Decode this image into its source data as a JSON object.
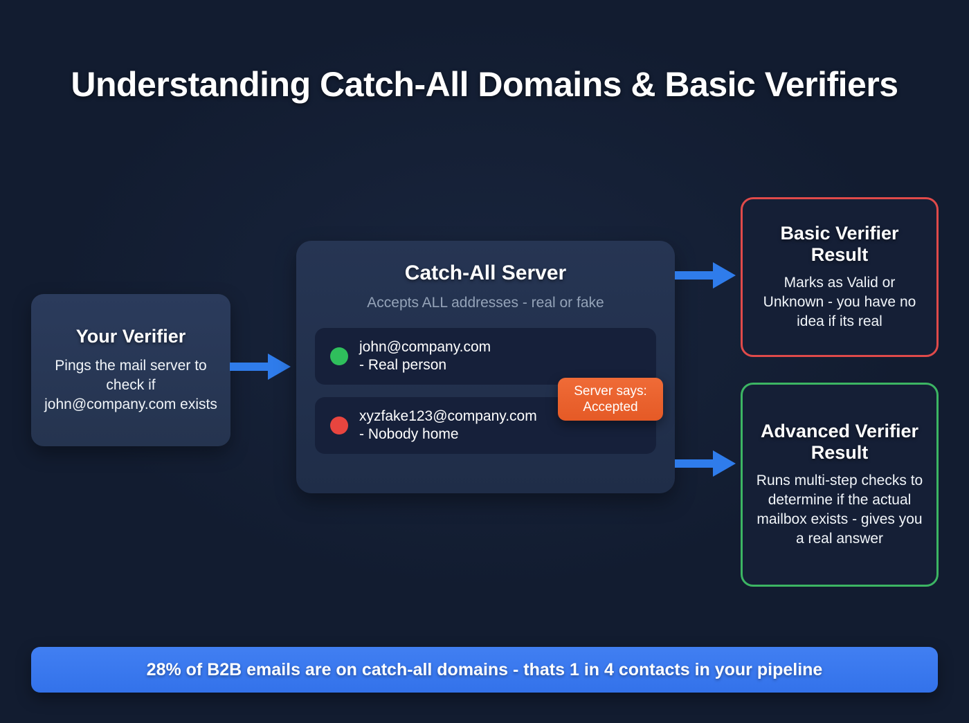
{
  "page": {
    "title": "Understanding Catch-All Domains & Basic Verifiers",
    "background_color": "#121c30"
  },
  "verifier_card": {
    "title": "Your Verifier",
    "description": "Pings the mail server to check if john@company.com exists"
  },
  "server_card": {
    "title": "Catch-All Server",
    "subtitle": "Accepts ALL addresses - real or fake",
    "emails": [
      {
        "address": "john@company.com",
        "note": "- Real person",
        "status": "valid",
        "dot_color": "#2fbf5c"
      },
      {
        "address": "xyzfake123@company.com",
        "note": "- Nobody home",
        "status": "fake",
        "dot_color": "#e8453f"
      }
    ],
    "badge": {
      "line1": "Server says:",
      "line2": "Accepted",
      "color": "#e8622f"
    }
  },
  "basic_result_card": {
    "title": "Basic Verifier Result",
    "description": "Marks as Valid or Unknown - you have no idea if its real",
    "border_color": "#e04a4a"
  },
  "advanced_result_card": {
    "title": "Advanced Verifier Result",
    "description": "Runs multi-step checks to determine if the actual mailbox exists - gives you a real answer",
    "border_color": "#3cb563"
  },
  "arrows": {
    "color": "#2f7ceb",
    "verifier_to_server": "arrow-right-icon",
    "server_to_basic": "arrow-right-icon",
    "server_to_advanced": "arrow-right-icon"
  },
  "stat_banner": {
    "text": "28% of B2B emails are on catch-all domains - thats 1 in 4 contacts in your pipeline",
    "background_color": "#3b7df0"
  }
}
